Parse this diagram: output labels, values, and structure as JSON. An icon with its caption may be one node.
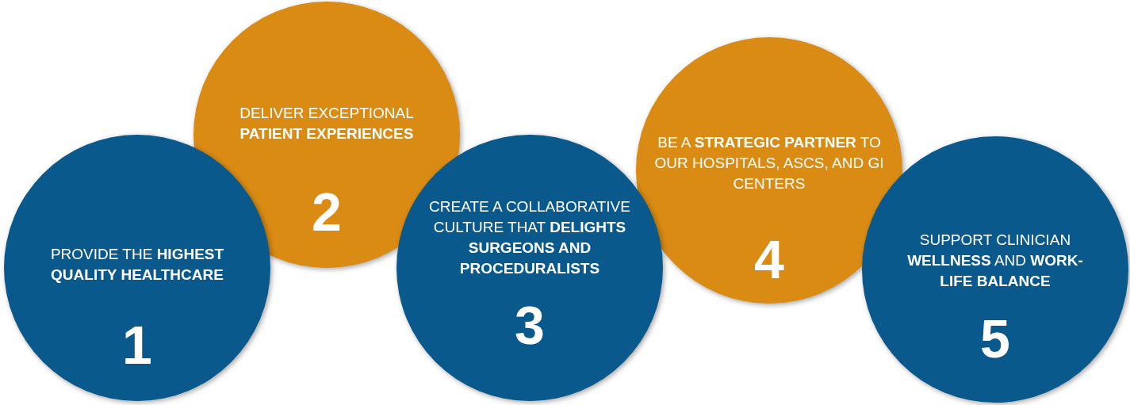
{
  "diagram": {
    "nodes": [
      {
        "text": [
          "PROVIDE THE **HIGHEST QUALITY HEALTHCARE**",
          "1"
        ]
      },
      {
        "text": [
          "DELIVER EXCEPTIONAL **PATIENT EXPERIENCES**",
          "2"
        ]
      },
      {
        "text": [
          "CREATE A COLLABORATIVE CULTURE THAT **DELIGHTS SURGEONS AND PROCEDURALISTS**",
          "3"
        ]
      },
      {
        "text": [
          "BE A **STRATEGIC PARTNER** TO OUR HOSPITALS, ASCS, AND GI CENTERS",
          "4"
        ]
      },
      {
        "text": [
          "SUPPORT CLINICIAN **WELLNESS** AND **WORK-LIFE BALANCE**",
          "5"
        ]
      }
    ]
  }
}
